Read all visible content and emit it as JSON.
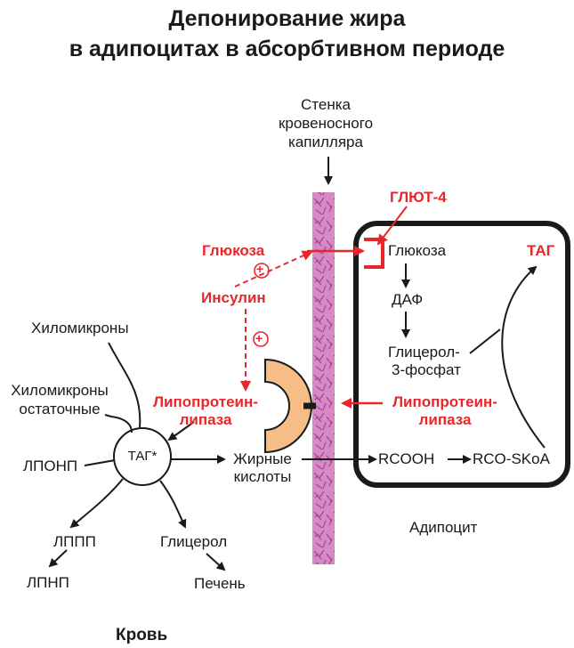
{
  "title": {
    "line1": "Депонирование жира",
    "line2": "в адипоцитах в абсорбтивном периоде"
  },
  "capillary_wall": {
    "line1": "Стенка",
    "line2": "кровеносного",
    "line3": "капилляра"
  },
  "glut4": "ГЛЮТ-4",
  "glucose_blood": "Глюкоза",
  "plus_sign": "+",
  "insulin": "Инсулин",
  "lpl_blood": {
    "line1": "Липопротеин-",
    "line2": "липаза"
  },
  "lpl_cell": {
    "line1": "Липопротеин-",
    "line2": "липаза"
  },
  "chylomicrons": "Хиломикроны",
  "remnants": {
    "line1": "Хиломикроны",
    "line2": "остаточные"
  },
  "tag_blood": "ТАГ*",
  "vldl": "ЛПОНП",
  "idl": "ЛППП",
  "ldl": "ЛПНП",
  "glycerol": "Глицерол",
  "liver": "Печень",
  "fatty_acids": {
    "line1": "Жирные",
    "line2": "кислоты"
  },
  "cell": {
    "glucose": "Глюкоза",
    "dap": "ДАФ",
    "g3p": {
      "line1": "Глицерол-",
      "line2": "3-фосфат"
    },
    "tag": "ТАГ",
    "rcooh": "RCOOH",
    "rcoskoa": "RCO-SKoA"
  },
  "adipocyte": "Адипоцит",
  "blood": "Кровь",
  "colors": {
    "accent_red": "#e8262b",
    "capillary": "#d58ac6",
    "lpl_fill": "#f6bd86"
  }
}
